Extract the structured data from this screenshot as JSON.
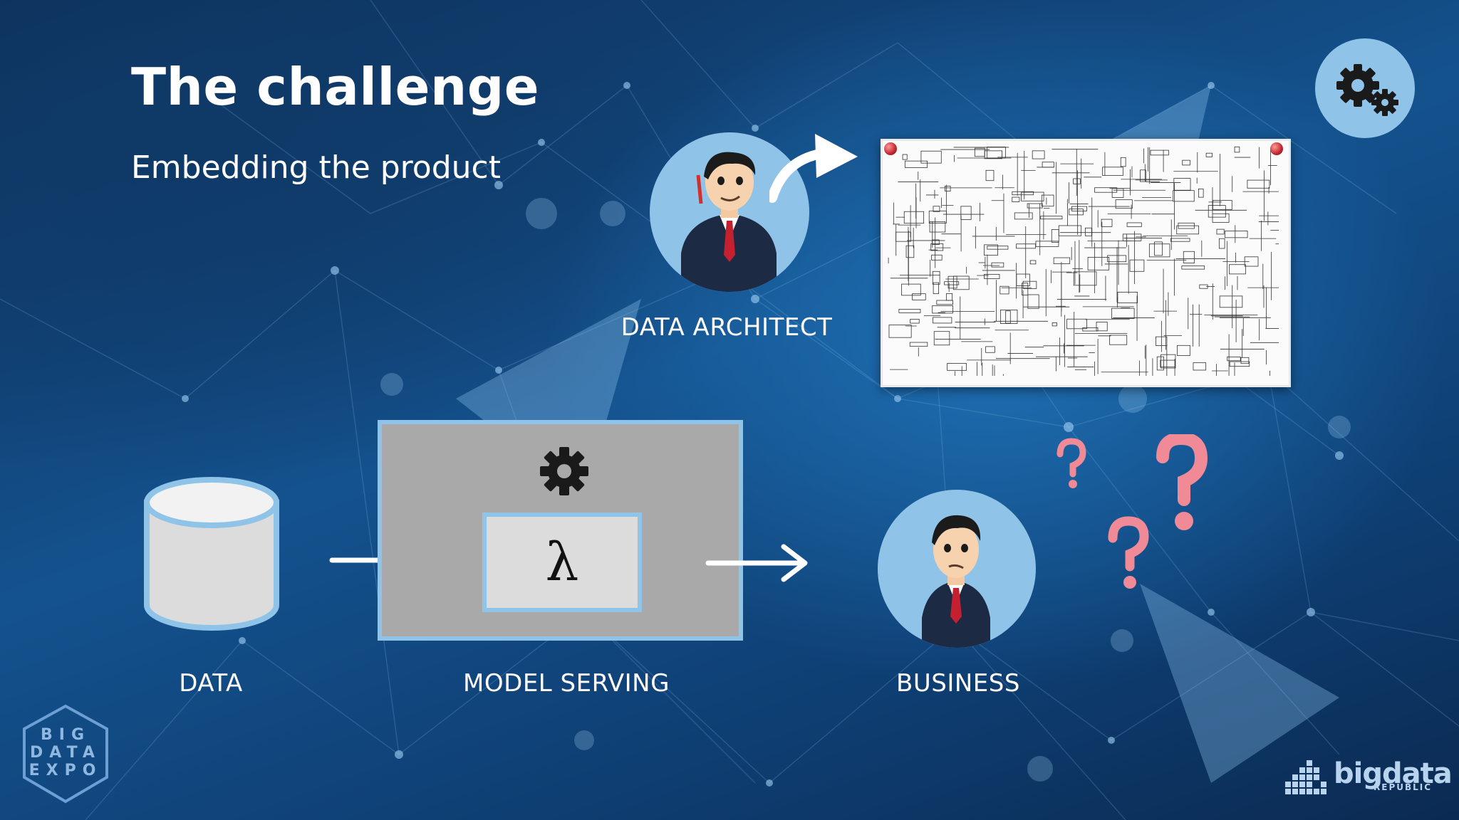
{
  "slide": {
    "title": "The challenge",
    "subtitle": "Embedding the product"
  },
  "diagram": {
    "data_label": "DATA",
    "model_serving_label": "MODEL SERVING",
    "lambda_symbol": "λ",
    "business_label": "BUSINESS",
    "architect_label": "DATA ARCHITECT"
  },
  "logos": {
    "expo_lines": [
      "BIG",
      "DATA",
      "EXPO"
    ],
    "brand_name": "bigdata",
    "brand_sub": "REPUBLIC"
  },
  "icons": {
    "top_right": "gears-icon",
    "model_box": "gear-icon",
    "database": "database-cylinder-icon",
    "architect": "person-with-pencil-icon",
    "business": "confused-person-icon",
    "question_marks": "question-mark-icon",
    "arrows": "right-arrow-icon"
  },
  "colors": {
    "accent_light_blue": "#8fc3e8",
    "question_pink": "#f08a96",
    "box_grey": "#a9a9a9",
    "text_white": "#ffffff"
  }
}
